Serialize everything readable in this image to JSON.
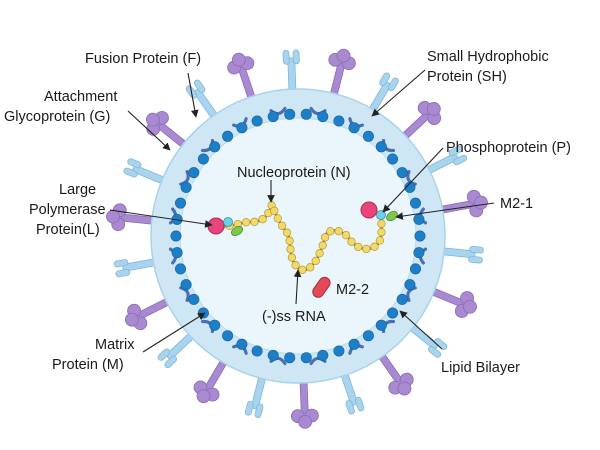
{
  "labels": {
    "fusion": "Fusion Protein (F)",
    "attachment_1": "Attachment",
    "attachment_2": "Glycoprotein (G)",
    "large_1": "Large",
    "large_2": "Polymerase",
    "large_3": "Protein(L)",
    "matrix_1": "Matrix",
    "matrix_2": "Protein (M)",
    "sh_1": "Small Hydrophobic",
    "sh_2": "Protein (SH)",
    "phospho": "Phosphoprotein (P)",
    "nucleo": "Nucleoprotein (N)",
    "m21": "M2-1",
    "m22": "M2-2",
    "rna": "(-)ss RNA",
    "lipid": "Lipid Bilayer"
  },
  "colors": {
    "membrane_outer": "#cfe7f5",
    "membrane_inner": "#eaf6fc",
    "beads": "#1d7fc7",
    "f_protein": "#a98ad0",
    "g_protein": "#a8d4ee",
    "matrix": "#4a6fb5",
    "nucleoprotein": "#f3d86a",
    "rna": "#3c5a9a",
    "polymerase_l": "#e8457b",
    "m21": "#7dc84a",
    "m22": "#e4495a",
    "phosphoprotein": "#6fd0e6"
  }
}
